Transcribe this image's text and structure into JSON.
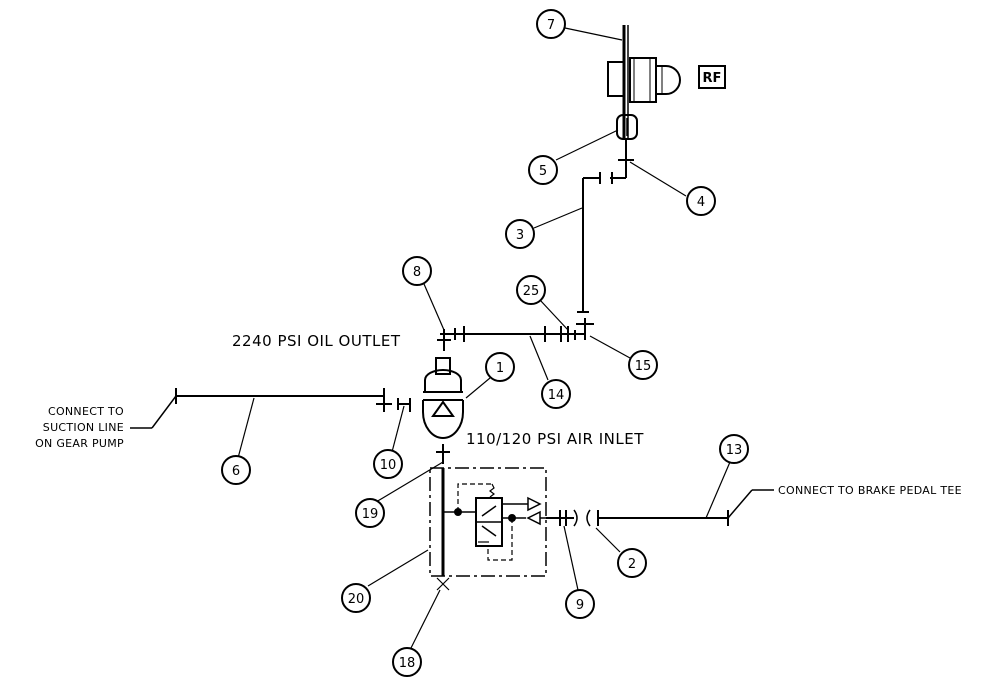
{
  "labels": {
    "oil_outlet": "2240 PSI OIL OUTLET",
    "air_inlet": "110/120 PSI AIR INLET",
    "suction_line": [
      "CONNECT TO",
      "SUCTION LINE",
      "ON GEAR PUMP"
    ],
    "brake_pedal": "CONNECT TO BRAKE PEDAL TEE",
    "rf_box": "RF"
  },
  "callouts": [
    "7",
    "5",
    "4",
    "3",
    "8",
    "25",
    "15",
    "14",
    "1",
    "6",
    "10",
    "19",
    "13",
    "2",
    "9",
    "20",
    "18"
  ]
}
